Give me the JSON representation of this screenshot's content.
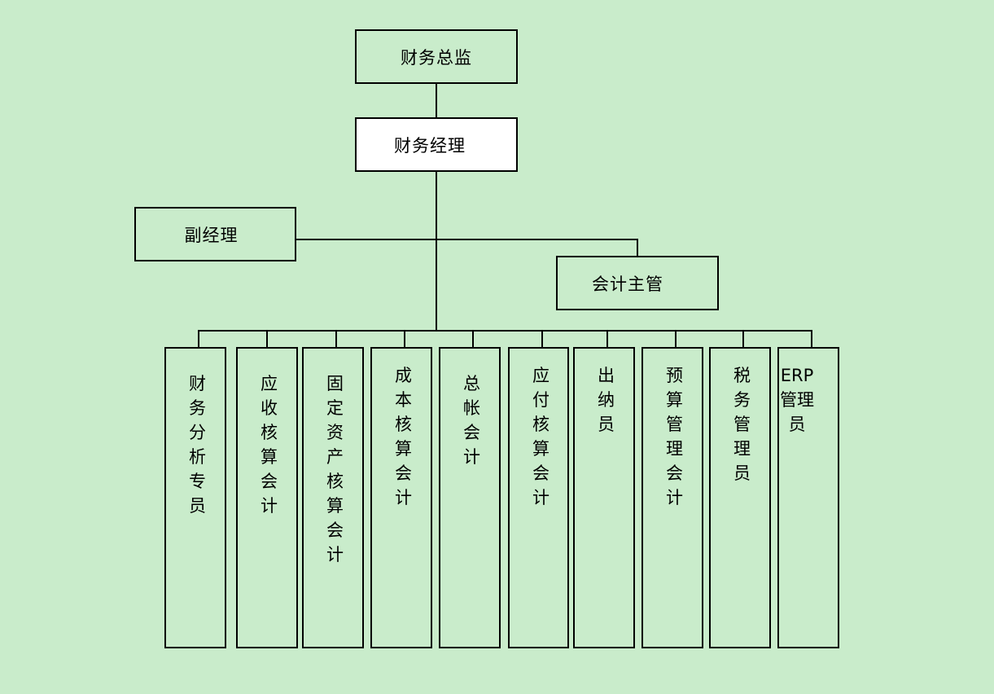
{
  "chart": {
    "cfo": "财务总监",
    "finance_manager": "财务经理",
    "deputy_manager": "副经理",
    "accounting_supervisor": "会计主管",
    "roles": [
      "财务分析专员",
      "应收核算会计",
      "固定资产核算会计",
      "成本核算会计",
      "总帐会计",
      "应付核算会计",
      "出纳员",
      "预算管理会计",
      "税务管理员",
      "ERP管理员"
    ]
  }
}
